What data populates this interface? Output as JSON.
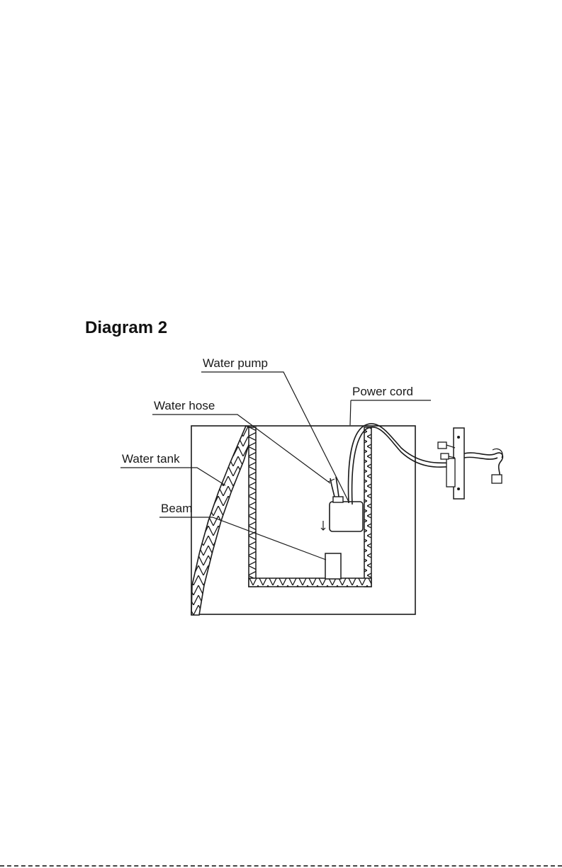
{
  "heading": "Diagram 2",
  "labels": {
    "water_pump": "Water pump",
    "power_cord": "Power cord",
    "water_hose": "Water hose",
    "water_tank": "Water tank",
    "beam": "Beam"
  }
}
